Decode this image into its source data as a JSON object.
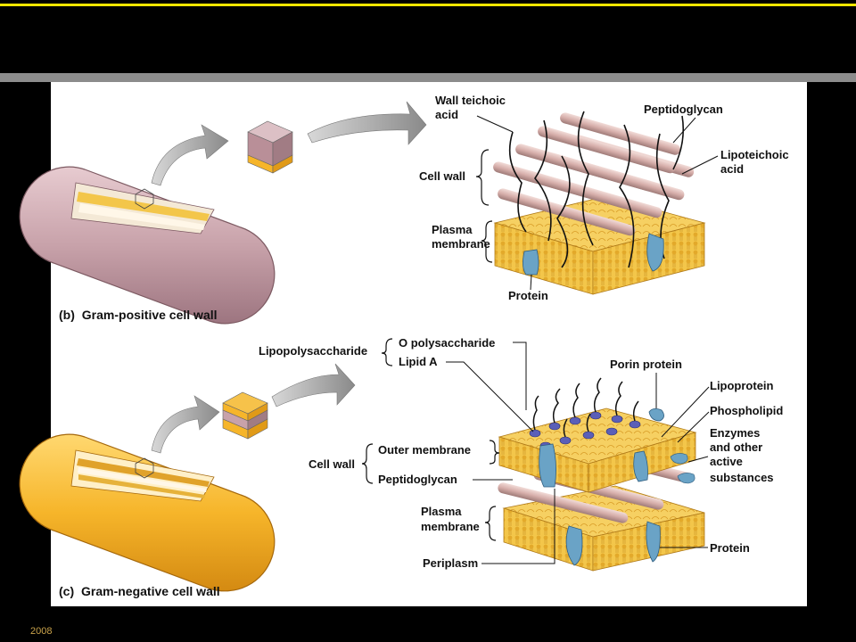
{
  "colors": {
    "background": "#000000",
    "accent_line": "#f2e600",
    "panel": "#ffffff",
    "gram_positive_cell": "#c8a2aa",
    "gram_negative_cell": "#f6b52a",
    "membrane": "#f3c64a",
    "protein": "#6aa3c6",
    "peptidoglycan": "#d9b3b0"
  },
  "panel_b": {
    "caption_letter": "(b)",
    "caption_text": "Gram-positive cell wall",
    "labels": {
      "wall_teichoic_line1": "Wall teichoic",
      "wall_teichoic_line2": "acid",
      "peptidoglycan": "Peptidoglycan",
      "lipoteichoic_line1": "Lipoteichoic",
      "lipoteichoic_line2": "acid",
      "cell_wall": "Cell wall",
      "plasma_line1": "Plasma",
      "plasma_line2": "membrane",
      "protein": "Protein"
    }
  },
  "panel_c": {
    "caption_letter": "(c)",
    "caption_text": "Gram-negative cell wall",
    "labels": {
      "lipopolysaccharide": "Lipopolysaccharide",
      "o_polysaccharide": "O polysaccharide",
      "lipid_a": "Lipid A",
      "porin_protein": "Porin protein",
      "lipoprotein": "Lipoprotein",
      "phospholipid": "Phospholipid",
      "enzymes_line1": "Enzymes",
      "enzymes_line2": "and other",
      "enzymes_line3": "active",
      "enzymes_line4": "substances",
      "cell_wall": "Cell wall",
      "outer_membrane": "Outer membrane",
      "peptidoglycan": "Peptidoglycan",
      "plasma_line1": "Plasma",
      "plasma_line2": "membrane",
      "protein": "Protein",
      "periplasm": "Periplasm"
    }
  },
  "footer": {
    "year": "2008"
  }
}
